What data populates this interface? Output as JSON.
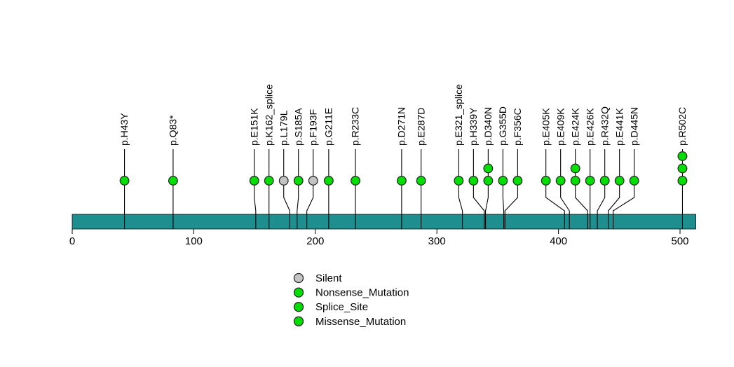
{
  "chart_data": {
    "type": "scatter",
    "variant": "lollipop_mutation_plot",
    "title": "",
    "xlabel": "",
    "ylabel": "",
    "xlim": [
      0,
      513
    ],
    "x_ticks": [
      0,
      100,
      200,
      300,
      400,
      500
    ],
    "grid": false,
    "legend_position": "bottom-center",
    "domain_bar_color": "#1e8e8e",
    "stem_color": "#000000",
    "marker_stroke_color": "#2b2b2b",
    "marker_colors": {
      "Silent": "#c3c3c3",
      "Nonsense_Mutation": "#00df00",
      "Splice_Site": "#00df00",
      "Missense_Mutation": "#00df00"
    },
    "mutations": [
      {
        "label": "p.H43Y",
        "position": 43,
        "count": 1,
        "type": "Missense_Mutation"
      },
      {
        "label": "p.Q83*",
        "position": 83,
        "count": 1,
        "type": "Nonsense_Mutation"
      },
      {
        "label": "p.E151K",
        "position": 151,
        "count": 1,
        "type": "Missense_Mutation"
      },
      {
        "label": "p.K162_splice",
        "position": 162,
        "count": 1,
        "type": "Splice_Site"
      },
      {
        "label": "p.L179L",
        "position": 179,
        "count": 1,
        "type": "Silent"
      },
      {
        "label": "p.S185A",
        "position": 185,
        "count": 1,
        "type": "Missense_Mutation"
      },
      {
        "label": "p.F193F",
        "position": 193,
        "count": 1,
        "type": "Silent"
      },
      {
        "label": "p.G211E",
        "position": 211,
        "count": 1,
        "type": "Missense_Mutation"
      },
      {
        "label": "p.R233C",
        "position": 233,
        "count": 1,
        "type": "Missense_Mutation"
      },
      {
        "label": "p.D271N",
        "position": 271,
        "count": 1,
        "type": "Missense_Mutation"
      },
      {
        "label": "p.E287D",
        "position": 287,
        "count": 1,
        "type": "Missense_Mutation"
      },
      {
        "label": "p.E321_splice",
        "position": 321,
        "count": 1,
        "type": "Splice_Site"
      },
      {
        "label": "p.H339Y",
        "position": 339,
        "count": 1,
        "type": "Missense_Mutation"
      },
      {
        "label": "p.D340N",
        "position": 340,
        "count": 2,
        "type": "Missense_Mutation"
      },
      {
        "label": "p.G355D",
        "position": 355,
        "count": 1,
        "type": "Missense_Mutation"
      },
      {
        "label": "p.F356C",
        "position": 356,
        "count": 1,
        "type": "Missense_Mutation"
      },
      {
        "label": "p.E405K",
        "position": 405,
        "count": 1,
        "type": "Missense_Mutation"
      },
      {
        "label": "p.E409K",
        "position": 409,
        "count": 1,
        "type": "Missense_Mutation"
      },
      {
        "label": "p.E424K",
        "position": 424,
        "count": 2,
        "type": "Missense_Mutation"
      },
      {
        "label": "p.E426K",
        "position": 426,
        "count": 1,
        "type": "Missense_Mutation"
      },
      {
        "label": "p.R432Q",
        "position": 432,
        "count": 1,
        "type": "Missense_Mutation"
      },
      {
        "label": "p.E441K",
        "position": 441,
        "count": 1,
        "type": "Missense_Mutation"
      },
      {
        "label": "p.D445N",
        "position": 445,
        "count": 1,
        "type": "Missense_Mutation"
      },
      {
        "label": "p.R502C",
        "position": 502,
        "count": 3,
        "type": "Missense_Mutation"
      }
    ],
    "legend": [
      {
        "label": "Silent",
        "color": "#c3c3c3"
      },
      {
        "label": "Nonsense_Mutation",
        "color": "#00df00"
      },
      {
        "label": "Splice_Site",
        "color": "#00df00"
      },
      {
        "label": "Missense_Mutation",
        "color": "#00df00"
      }
    ]
  }
}
